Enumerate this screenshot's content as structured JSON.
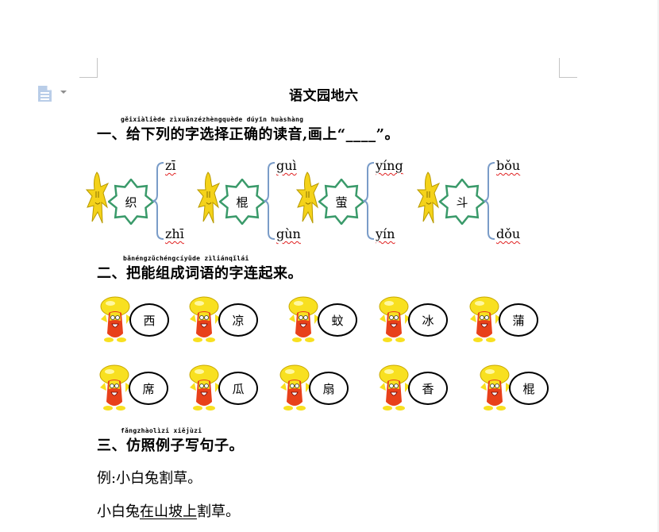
{
  "document": {
    "title": "语文园地六"
  },
  "section1": {
    "pinyin": "gěixiàliède zìxuǎnzézhèngquède dúyīn huàshàng",
    "heading": "一、给下列的字选择正确的读音,画上“____”。",
    "items": [
      {
        "char": "织",
        "top": "zī",
        "bottom": "zhī"
      },
      {
        "char": "棍",
        "top": "guì",
        "bottom": "gùn"
      },
      {
        "char": "萤",
        "top": "yíng",
        "bottom": "yín"
      },
      {
        "char": "斗",
        "top": "bǒu",
        "bottom": "dǒu"
      }
    ]
  },
  "section2": {
    "pinyin": "bǎnéngzǔchéngcíyǔde zìliánqǐlái",
    "heading": "二、把能组成词语的字连起来。",
    "row1": [
      "西",
      "凉",
      "蚊",
      "冰",
      "蒲"
    ],
    "row2": [
      "席",
      "瓜",
      "扇",
      "香",
      "棍"
    ]
  },
  "section3": {
    "pinyin": "fǎngzhàolìzi xiějùzi",
    "heading": "三、仿照例子写句子。",
    "example": "例:小白兔割草。",
    "answer_pre": "小白兔",
    "answer_underlined": "在山坡上",
    "answer_post": "割草。"
  },
  "icons": {
    "doc_icon": "document-icon",
    "star": "yellow-star-mascot",
    "mushroom": "mushroom-mascot"
  },
  "colors": {
    "badge_border": "#3a9a6a",
    "brace": "#7a9cc8",
    "spell_underline": "#e02020",
    "star_fill": "#f4d21a",
    "mushroom_cap": "#f8e020",
    "mushroom_body": "#e8401a"
  }
}
